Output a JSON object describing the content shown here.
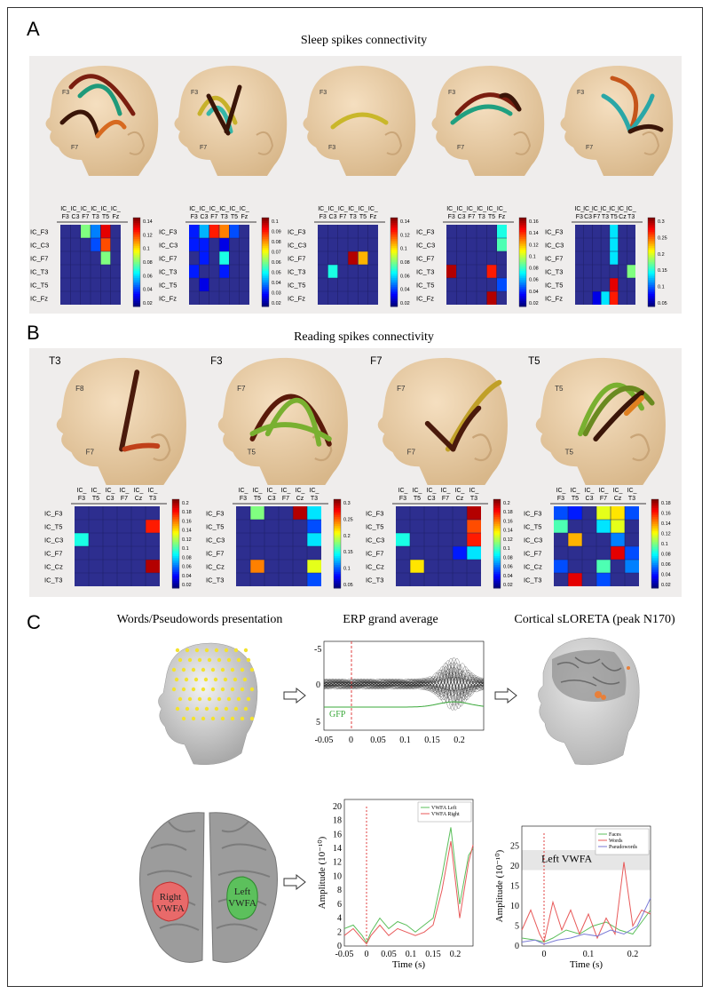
{
  "panels": {
    "a": {
      "letter": "A",
      "title": "Sleep spikes connectivity"
    },
    "b": {
      "letter": "B",
      "title": "Reading spikes connectivity"
    },
    "c": {
      "letter": "C",
      "titles": [
        "Words/Pseudowords presentation",
        "ERP grand average",
        "Cortical sLORETA (peak N170)"
      ]
    }
  },
  "colors": {
    "matrix_bg": "#2d2e8f",
    "head": "#e9caa0",
    "gray_bg": "#efedec"
  },
  "sleep": {
    "head_labels": [
      [
        "F3",
        "F7"
      ],
      [
        "F3",
        "F7"
      ],
      [
        "F3",
        "F3"
      ],
      [
        "F3",
        "F7"
      ],
      [
        "F3",
        "F7"
      ]
    ],
    "matrices": [
      {
        "cols": [
          "IC_\nF3",
          "IC_\nC3",
          "IC_\nF7",
          "IC_\nT3",
          "IC_\nT5",
          "IC_\nFz"
        ],
        "rows": [
          "IC_F3",
          "IC_C3",
          "IC_F7",
          "IC_T3",
          "IC_T5",
          "IC_Fz"
        ],
        "cb_ticks": [
          "0.14",
          "0.12",
          "0.1",
          "0.08",
          "0.06",
          "0.04",
          "0.02"
        ],
        "cells": [
          [
            0,
            2,
            0.5
          ],
          [
            0,
            3,
            0.25
          ],
          [
            0,
            4,
            0.9
          ],
          [
            1,
            3,
            0.2
          ],
          [
            1,
            4,
            0.8
          ],
          [
            2,
            4,
            0.5
          ]
        ]
      },
      {
        "cols": [
          "IC_\nF3",
          "IC_\nC3",
          "IC_\nF7",
          "IC_\nT3",
          "IC_\nT5",
          "IC_\nFz"
        ],
        "rows": [
          "IC_F3",
          "IC_C3",
          "IC_F7",
          "IC_T3",
          "IC_T5",
          "IC_Fz"
        ],
        "cb_ticks": [
          "0.1",
          "0.09",
          "0.08",
          "0.07",
          "0.06",
          "0.05",
          "0.04",
          "0.03",
          "0.02"
        ],
        "cells": [
          [
            0,
            0,
            0.15
          ],
          [
            0,
            1,
            0.3
          ],
          [
            0,
            2,
            0.85
          ],
          [
            0,
            3,
            0.75
          ],
          [
            0,
            4,
            0.2
          ],
          [
            1,
            0,
            0.15
          ],
          [
            1,
            1,
            0.15
          ],
          [
            1,
            3,
            0.1
          ],
          [
            2,
            1,
            0.15
          ],
          [
            2,
            3,
            0.4
          ],
          [
            3,
            0,
            0.15
          ],
          [
            3,
            3,
            0.15
          ],
          [
            4,
            1,
            0.1
          ]
        ]
      },
      {
        "cols": [
          "IC_\nF3",
          "IC_\nC3",
          "IC_\nF7",
          "IC_\nT3",
          "IC_\nT5",
          "IC_\nFz"
        ],
        "rows": [
          "IC_F3",
          "IC_C3",
          "IC_F7",
          "IC_T3",
          "IC_T5",
          "IC_Fz"
        ],
        "cb_ticks": [
          "0.14",
          "0.12",
          "0.1",
          "0.08",
          "0.06",
          "0.04",
          "0.02"
        ],
        "cells": [
          [
            2,
            3,
            0.95
          ],
          [
            2,
            4,
            0.7
          ],
          [
            3,
            1,
            0.4
          ]
        ]
      },
      {
        "cols": [
          "IC_\nF3",
          "IC_\nC3",
          "IC_\nF7",
          "IC_\nT3",
          "IC_\nT5",
          "IC_\nFz"
        ],
        "rows": [
          "IC_F3",
          "IC_C3",
          "IC_F7",
          "IC_T3",
          "IC_T5",
          "IC_Fz"
        ],
        "cb_ticks": [
          "0.16",
          "0.14",
          "0.12",
          "0.1",
          "0.08",
          "0.06",
          "0.04",
          "0.02"
        ],
        "cells": [
          [
            0,
            5,
            0.4
          ],
          [
            1,
            5,
            0.45
          ],
          [
            3,
            0,
            0.95
          ],
          [
            3,
            4,
            0.85
          ],
          [
            4,
            5,
            0.2
          ],
          [
            5,
            4,
            0.95
          ]
        ]
      },
      {
        "cols": [
          "IC_\nF3",
          "IC_\nC3",
          "IC_\nF7",
          "IC_\nT3",
          "IC_\nT5",
          "IC_\nCz",
          "IC_\nT3"
        ],
        "rows": [
          "IC_F3",
          "IC_C3",
          "IC_F7",
          "IC_T3",
          "IC_T5",
          "IC_Fz"
        ],
        "cb_ticks": [
          "0.3",
          "0.25",
          "0.2",
          "0.15",
          "0.1",
          "0.05"
        ],
        "cells": [
          [
            0,
            4,
            0.35
          ],
          [
            1,
            4,
            0.35
          ],
          [
            2,
            4,
            0.35
          ],
          [
            3,
            6,
            0.5
          ],
          [
            4,
            4,
            0.9
          ],
          [
            5,
            3,
            0.35
          ],
          [
            5,
            4,
            0.85
          ],
          [
            5,
            2,
            0.1
          ]
        ]
      }
    ]
  },
  "reading": {
    "head_titles": [
      "T3",
      "F3",
      "F7",
      "T5"
    ],
    "head_labels": [
      [
        "F8",
        "F7"
      ],
      [
        "F7",
        "T5"
      ],
      [
        "F7",
        "F7"
      ],
      [
        "T5",
        "T5"
      ]
    ],
    "matrices": [
      {
        "cols": [
          "IC_\nF3",
          "IC_\nT5",
          "IC_\nC3",
          "IC_\nF7",
          "IC_\nCz",
          "IC_\nT3"
        ],
        "rows": [
          "IC_F3",
          "IC_T5",
          "IC_C3",
          "IC_F7",
          "IC_Cz",
          "IC_T3"
        ],
        "cb_ticks": [
          "0.2",
          "0.18",
          "0.16",
          "0.14",
          "0.12",
          "0.1",
          "0.08",
          "0.06",
          "0.04",
          "0.02"
        ],
        "cells": [
          [
            1,
            5,
            0.85
          ],
          [
            2,
            0,
            0.4
          ],
          [
            4,
            5,
            0.95
          ]
        ]
      },
      {
        "cols": [
          "IC_\nF3",
          "IC_\nT5",
          "IC_\nC3",
          "IC_\nF7",
          "IC_\nCz",
          "IC_\nT3"
        ],
        "rows": [
          "IC_F3",
          "IC_T5",
          "IC_C3",
          "IC_F7",
          "IC_Cz",
          "IC_T3"
        ],
        "cb_ticks": [
          "0.3",
          "0.25",
          "0.2",
          "0.15",
          "0.1",
          "0.05"
        ],
        "cells": [
          [
            0,
            1,
            0.5
          ],
          [
            0,
            4,
            0.95
          ],
          [
            0,
            5,
            0.35
          ],
          [
            1,
            5,
            0.2
          ],
          [
            2,
            5,
            0.35
          ],
          [
            4,
            1,
            0.75
          ],
          [
            4,
            5,
            0.6
          ],
          [
            5,
            5,
            0.2
          ]
        ]
      },
      {
        "cols": [
          "IC_\nF3",
          "IC_\nT5",
          "IC_\nC3",
          "IC_\nF7",
          "IC_\nCz",
          "IC_\nT3"
        ],
        "rows": [
          "IC_F3",
          "IC_T5",
          "IC_C3",
          "IC_F7",
          "IC_Cz",
          "IC_T3"
        ],
        "cb_ticks": [
          "0.2",
          "0.18",
          "0.16",
          "0.14",
          "0.12",
          "0.1",
          "0.08",
          "0.06",
          "0.04",
          "0.02"
        ],
        "cells": [
          [
            0,
            5,
            0.95
          ],
          [
            1,
            5,
            0.8
          ],
          [
            2,
            0,
            0.4
          ],
          [
            2,
            5,
            0.85
          ],
          [
            3,
            4,
            0.15
          ],
          [
            3,
            5,
            0.35
          ],
          [
            4,
            1,
            0.65
          ]
        ]
      },
      {
        "cols": [
          "IC_\nF3",
          "IC_\nT5",
          "IC_\nC3",
          "IC_\nF7",
          "IC_\nCz",
          "IC_\nT3"
        ],
        "rows": [
          "IC_F3",
          "IC_T5",
          "IC_C3",
          "IC_F7",
          "IC_Cz",
          "IC_T3"
        ],
        "cb_ticks": [
          "0.18",
          "0.16",
          "0.14",
          "0.12",
          "0.1",
          "0.08",
          "0.06",
          "0.04",
          "0.02"
        ],
        "cells": [
          [
            0,
            0,
            0.2
          ],
          [
            0,
            1,
            0.15
          ],
          [
            0,
            3,
            0.6
          ],
          [
            0,
            4,
            0.65
          ],
          [
            0,
            5,
            0.2
          ],
          [
            1,
            0,
            0.45
          ],
          [
            1,
            3,
            0.35
          ],
          [
            1,
            4,
            0.6
          ],
          [
            2,
            1,
            0.7
          ],
          [
            2,
            4,
            0.25
          ],
          [
            3,
            4,
            0.9
          ],
          [
            3,
            5,
            0.2
          ],
          [
            4,
            0,
            0.2
          ],
          [
            4,
            3,
            0.45
          ],
          [
            4,
            5,
            0.25
          ],
          [
            5,
            1,
            0.9
          ],
          [
            5,
            3,
            0.2
          ]
        ]
      }
    ]
  },
  "erp": {
    "yticks": [
      "-5",
      "0",
      "5"
    ],
    "xticks": [
      "-0.05",
      "0",
      "0.05",
      "0.1",
      "0.15",
      "0.2"
    ],
    "gfp_label": "GFP"
  },
  "chart_data": [
    {
      "type": "line",
      "xlabel": "Time (s)",
      "ylabel": "Amplitude (10⁻¹⁰)",
      "xlim": [
        -0.05,
        0.24
      ],
      "ylim": [
        0,
        21
      ],
      "xticks": [
        "-0.05",
        "0",
        "0.05",
        "0.1",
        "0.15",
        "0.2"
      ],
      "yticks": [
        "0",
        "2",
        "4",
        "6",
        "8",
        "10",
        "12",
        "14",
        "16",
        "18",
        "20"
      ],
      "series": [
        {
          "name": "VWFA Left",
          "color": "#5bbf5b",
          "x": [
            -0.05,
            -0.03,
            -0.01,
            0,
            0.01,
            0.03,
            0.05,
            0.07,
            0.09,
            0.11,
            0.13,
            0.15,
            0.17,
            0.19,
            0.21,
            0.23,
            0.24
          ],
          "y": [
            2.5,
            3,
            1.5,
            0.5,
            2,
            4,
            2.5,
            3.5,
            3,
            2,
            3,
            4,
            10,
            17,
            6,
            13,
            14
          ]
        },
        {
          "name": "VWFA Right",
          "color": "#e85a5a",
          "x": [
            -0.05,
            -0.03,
            -0.01,
            0,
            0.01,
            0.03,
            0.05,
            0.07,
            0.09,
            0.11,
            0.13,
            0.15,
            0.17,
            0.19,
            0.21,
            0.23,
            0.24
          ],
          "y": [
            1.5,
            2.5,
            1,
            0.3,
            1.5,
            3,
            1.5,
            2.5,
            2,
            1.5,
            2,
            3,
            8,
            15,
            4,
            12,
            14.5
          ]
        }
      ]
    },
    {
      "type": "line",
      "xlabel": "Time (s)",
      "ylabel": "Amplitude (10⁻¹⁰)",
      "xlim": [
        -0.05,
        0.24
      ],
      "ylim": [
        0,
        30
      ],
      "xticks": [
        "0",
        "0.1",
        "0.2"
      ],
      "yticks": [
        "0",
        "5",
        "10",
        "15",
        "20",
        "25"
      ],
      "annotation": "Left VWFA",
      "series": [
        {
          "name": "Faces",
          "color": "#5bbf5b",
          "x": [
            -0.05,
            -0.02,
            0,
            0.02,
            0.05,
            0.08,
            0.11,
            0.14,
            0.17,
            0.2,
            0.22,
            0.24
          ],
          "y": [
            2,
            1.5,
            1,
            2,
            4,
            3,
            5,
            6,
            4,
            3,
            6,
            9
          ]
        },
        {
          "name": "Words",
          "color": "#e85a5a",
          "x": [
            -0.05,
            -0.03,
            -0.01,
            0,
            0.02,
            0.04,
            0.06,
            0.08,
            0.1,
            0.12,
            0.14,
            0.16,
            0.18,
            0.2,
            0.22,
            0.24
          ],
          "y": [
            4,
            9,
            3,
            1,
            11,
            4,
            9,
            3,
            8,
            2,
            7,
            3,
            21,
            5,
            9,
            8
          ]
        },
        {
          "name": "Pseudowords",
          "color": "#7a7ad6",
          "x": [
            -0.05,
            -0.02,
            0,
            0.03,
            0.06,
            0.09,
            0.12,
            0.15,
            0.18,
            0.21,
            0.24
          ],
          "y": [
            1,
            1.5,
            0.5,
            1.5,
            2,
            3,
            2.5,
            4,
            3,
            5,
            12
          ]
        }
      ]
    }
  ],
  "vwfa": {
    "left": "Left\nVWFA",
    "right": "Right\nVWFA"
  }
}
